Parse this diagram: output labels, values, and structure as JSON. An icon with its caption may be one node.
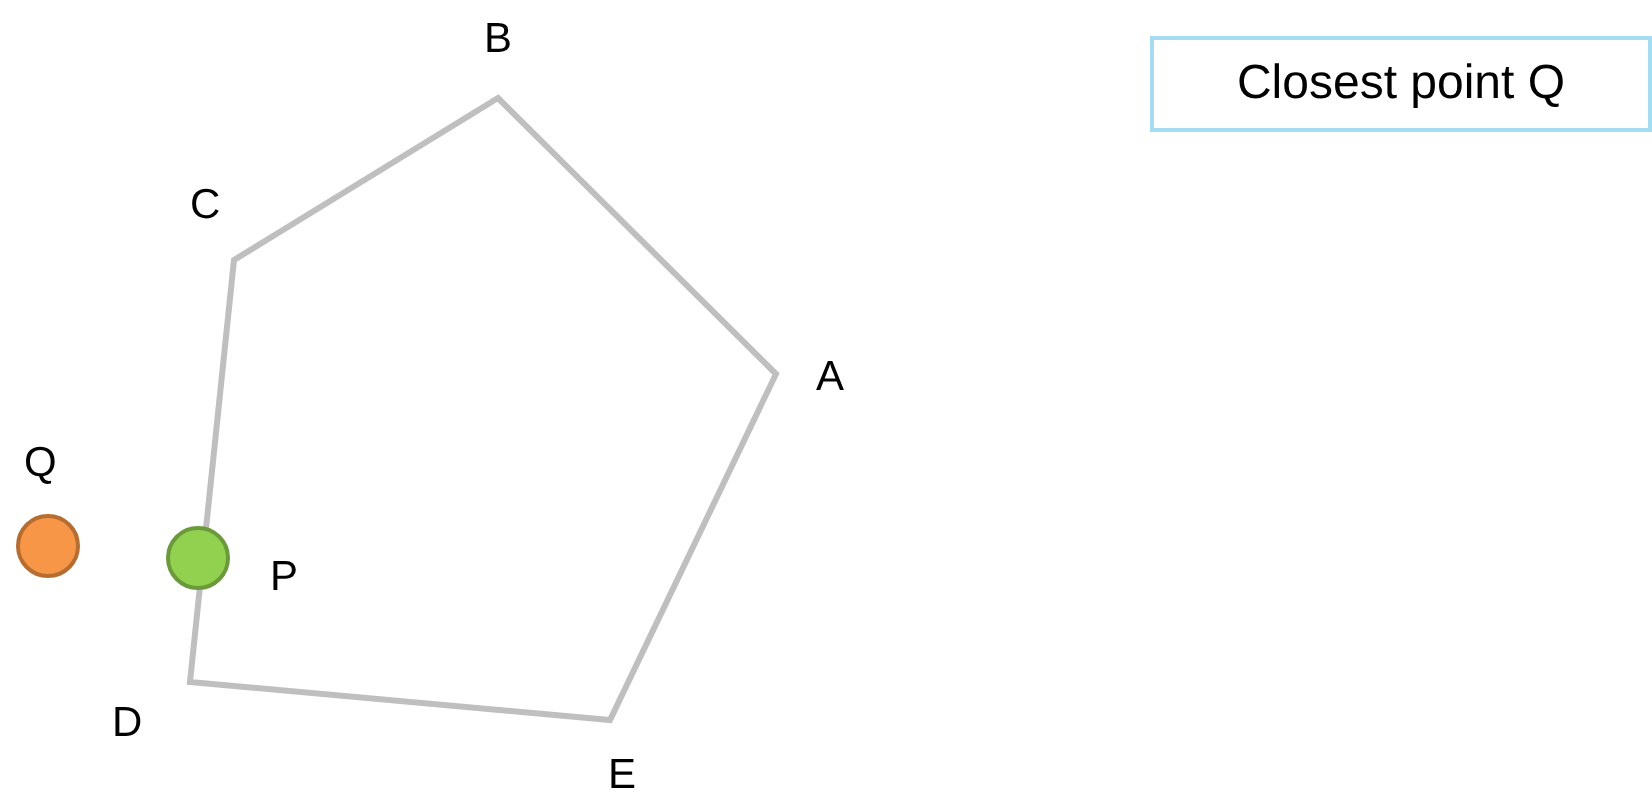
{
  "diagram": {
    "nodes": [
      {
        "text": [
          "Closest point Q"
        ]
      },
      {
        "text": [
          "Q"
        ]
      },
      {
        "text": [
          "P"
        ]
      }
    ],
    "labels": [
      "B",
      "C",
      "A",
      "D",
      "E"
    ]
  }
}
